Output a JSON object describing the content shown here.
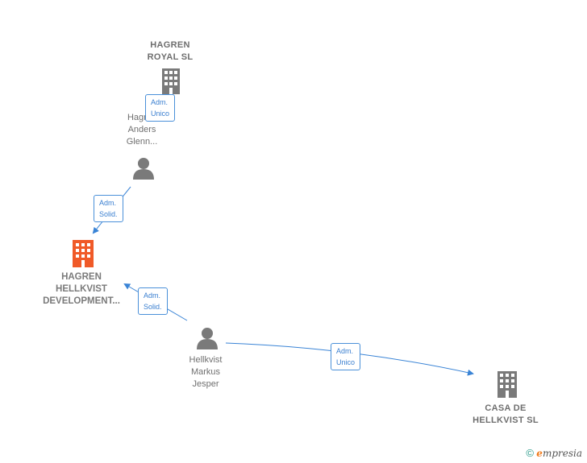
{
  "nodes": {
    "hagren_royal": {
      "label": "HAGREN\nROYAL  SL"
    },
    "hagren_anders": {
      "label": "Hagren\nAnders\nGlenn..."
    },
    "hagren_hellkvist": {
      "label": "HAGREN\nHELLKVIST\nDEVELOPMENT..."
    },
    "hellkvist_markus": {
      "label": "Hellkvist\nMarkus\nJesper"
    },
    "casa_hellkvist": {
      "label": "CASA DE\nHELLKVIST  SL"
    }
  },
  "edges": {
    "e1": {
      "label": "Adm.\nUnico"
    },
    "e2": {
      "label": "Adm.\nSolid."
    },
    "e3": {
      "label": "Adm.\nSolid."
    },
    "e4": {
      "label": "Adm.\nUnico"
    }
  },
  "colors": {
    "edge": "#3a84d6",
    "building": "#7a7a7a",
    "focus_building": "#f05a28",
    "person": "#7a7a7a"
  },
  "footer": {
    "copyright": "©",
    "brand_initial": "e",
    "brand_rest": "mpresia"
  }
}
